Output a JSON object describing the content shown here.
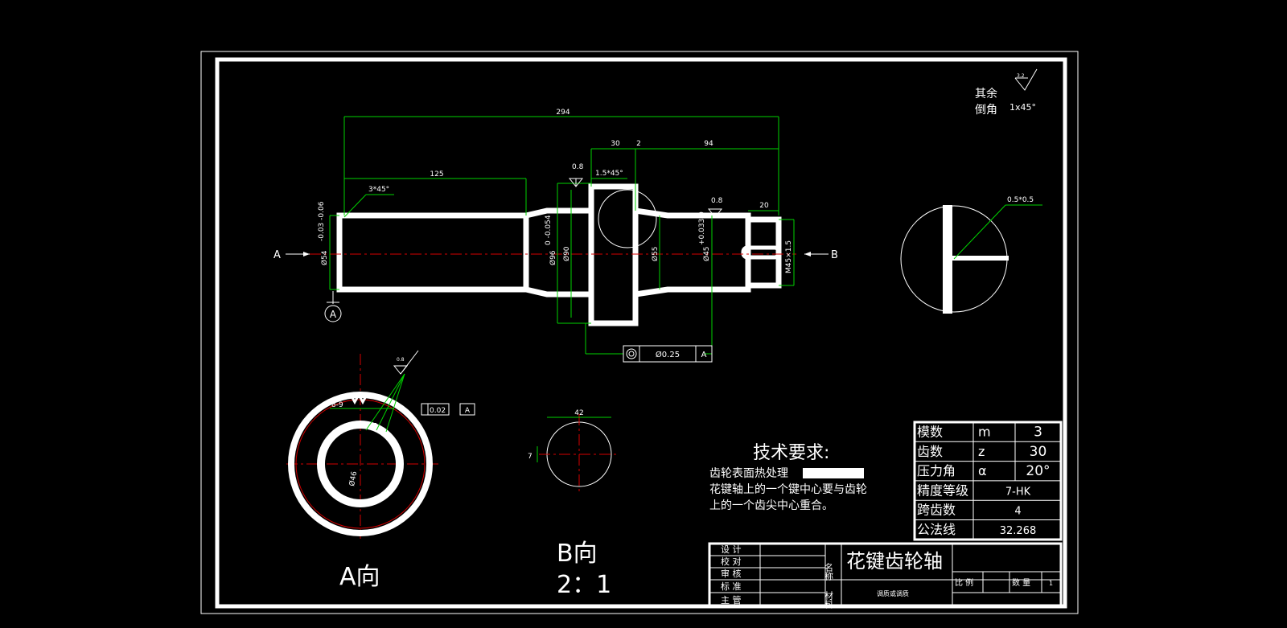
{
  "dimensions": {
    "overall_length": "294",
    "shaft_len": "125",
    "gear_width": "30",
    "gap": "2",
    "right_len": "94",
    "chamfer_left": "3*45°",
    "chamfer_gear": "1.5*45°",
    "slot_len": "20",
    "d_left": "Ø54",
    "d_left_tol": "-0.03 -0.06",
    "d_gear": "Ø96",
    "d_gear_tol": "0 -0.054",
    "d_90": "Ø90",
    "d_55": "Ø55",
    "d_45": "Ø45",
    "d_45_tol": "+0.033 0",
    "thread": "M45×1.5",
    "rough_1": "0.8",
    "rough_2": "0.8",
    "rough_3": "0.8"
  },
  "labels": {
    "view_a_arrow": "A",
    "view_b_arrow": "B",
    "datum_a": "A",
    "tol_conc_value": "Ø0.25",
    "tol_conc_datum": "A",
    "tol_b_value": "0.02",
    "tol_b_datum": "A",
    "spline_dim": "8-9",
    "spline_dia": "Ø46",
    "view_b_width": "42",
    "view_b_height": "7",
    "detail_chamfer": "0.5*0.5",
    "view_a_title": "A向",
    "view_b_title": "B向",
    "view_b_scale": "2：1"
  },
  "roughness_note": {
    "line1": "其余",
    "roughness_value": "3.2",
    "line2": "倒角",
    "chamfer_value": "1x45°"
  },
  "tech_req": {
    "title": "技术要求:",
    "line1": "齿轮表面热处理",
    "line2": "花键轴上的一个键中心要与齿轮",
    "line3": "上的一个齿尖中心重合。"
  },
  "gear_params": [
    {
      "name": "模数",
      "symbol": "m",
      "value": "3"
    },
    {
      "name": "齿数",
      "symbol": "z",
      "value": "30"
    },
    {
      "name": "压力角",
      "symbol": "α",
      "value": "20°"
    },
    {
      "name": "精度等级",
      "symbol": "",
      "value": "7-HK"
    },
    {
      "name": "跨齿数",
      "symbol": "",
      "value": "4"
    },
    {
      "name": "公法线",
      "symbol": "",
      "value": "32.268"
    }
  ],
  "title_block": {
    "roles": [
      "设 计",
      "校 对",
      "审 核",
      "标 准",
      "主 管"
    ],
    "name_label": "名称",
    "part_name": "花键齿轮轴",
    "material_label": "材料",
    "material": "调质或调质",
    "scale_label": "比 例",
    "qty_label": "数 量",
    "qty_value": "1"
  }
}
